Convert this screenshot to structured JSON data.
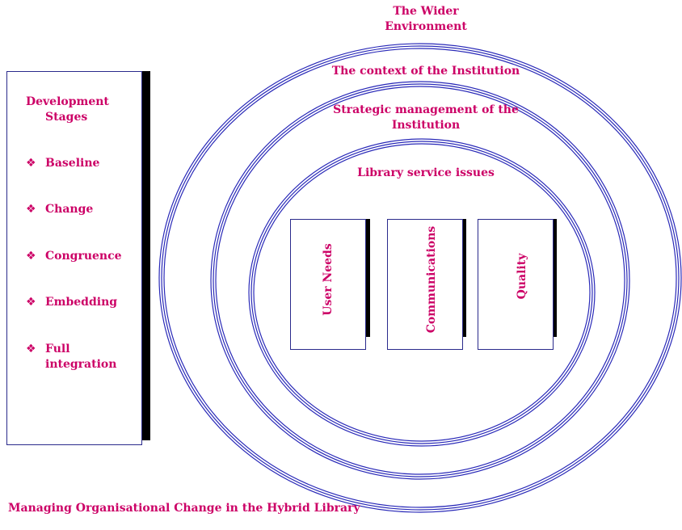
{
  "ring_labels": {
    "outer_line1": "The  Wider",
    "outer_line2": "Environment",
    "context": "The context of the Institution",
    "strategic_line1": "Strategic management of the",
    "strategic_line2": "Institution",
    "library": "Library service issues"
  },
  "stages_panel": {
    "title_line1": "Development",
    "title_line2": "Stages",
    "bullet_icon": "diamond-bullet-icon",
    "bullet_glyph": "❖",
    "items": [
      {
        "label": "Baseline"
      },
      {
        "label": "Change"
      },
      {
        "label": "Congruence"
      },
      {
        "label": "Embedding"
      },
      {
        "label": "Full integration"
      }
    ]
  },
  "issue_boxes": [
    {
      "label": "User Needs"
    },
    {
      "label": "Communications"
    },
    {
      "label": "Quality"
    }
  ],
  "caption": "Managing Organisational Change in the Hybrid Library",
  "colors": {
    "text": "#cc0066",
    "ring": "#2a2ab8",
    "border": "#2a2a8c",
    "shadow": "#000000"
  }
}
